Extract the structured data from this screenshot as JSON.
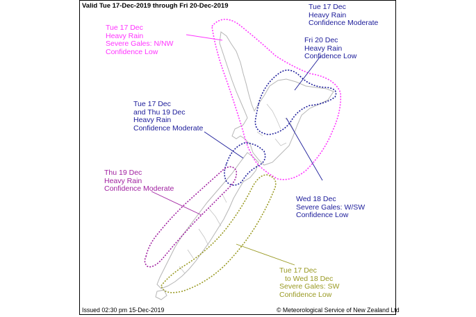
{
  "header": {
    "validity": "Valid Tue 17-Dec-2019 through Fri 20-Dec-2019"
  },
  "footer": {
    "issued": "Issued 02:30 pm 15-Dec-2019",
    "copyright": "© Meteorological Service of New Zealand Ltd"
  },
  "colors": {
    "magenta": "#ff33ff",
    "navy": "#1a1a99",
    "purple": "#a020a0",
    "olive": "#999922",
    "coast": "#b0b0b0"
  },
  "warnings": [
    {
      "id": "w1",
      "color": "magenta",
      "lines": [
        "Tue 17 Dec",
        "Heavy Rain",
        "Severe Gales: N/NW",
        "Confidence Low"
      ]
    },
    {
      "id": "w2",
      "color": "navy",
      "lines": [
        "Tue 17 Dec",
        "Heavy Rain",
        "Confidence Moderate"
      ]
    },
    {
      "id": "w3",
      "color": "navy",
      "lines": [
        "Fri 20 Dec",
        "Heavy Rain",
        "Confidence Low"
      ]
    },
    {
      "id": "w4",
      "color": "navy",
      "lines": [
        "Tue 17 Dec",
        "and Thu 19 Dec",
        "Heavy Rain",
        "Confidence Moderate"
      ]
    },
    {
      "id": "w5",
      "color": "purple",
      "lines": [
        "Thu 19 Dec",
        "Heavy Rain",
        "Confidence Moderate"
      ]
    },
    {
      "id": "w6",
      "color": "navy",
      "lines": [
        "Wed 18 Dec",
        "Severe Gales: W/SW",
        "Confidence Low"
      ]
    },
    {
      "id": "w7",
      "color": "olive",
      "lines": [
        "Tue 17 Dec",
        "to Wed 18 Dec",
        "Severe Gales: SW",
        "Confidence Low"
      ]
    }
  ]
}
